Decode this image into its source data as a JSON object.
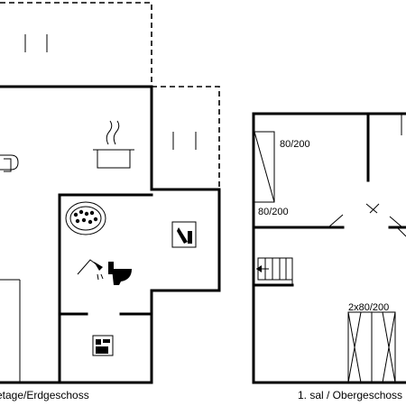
{
  "plans": {
    "ground_floor": {
      "caption": "etage/Erdgeschoss",
      "icons": [
        "sofa-icon",
        "cooking-pot-icon",
        "hot-tub-icon",
        "shower-icon",
        "toilet-icon",
        "washing-machine-icon",
        "dishwasher-icon"
      ]
    },
    "upper_floor": {
      "caption": "1. sal / Obergeschoss",
      "bed_labels": [
        "80/200",
        "80/200",
        "2x80/200"
      ],
      "icons": [
        "staircase-icon"
      ]
    }
  }
}
